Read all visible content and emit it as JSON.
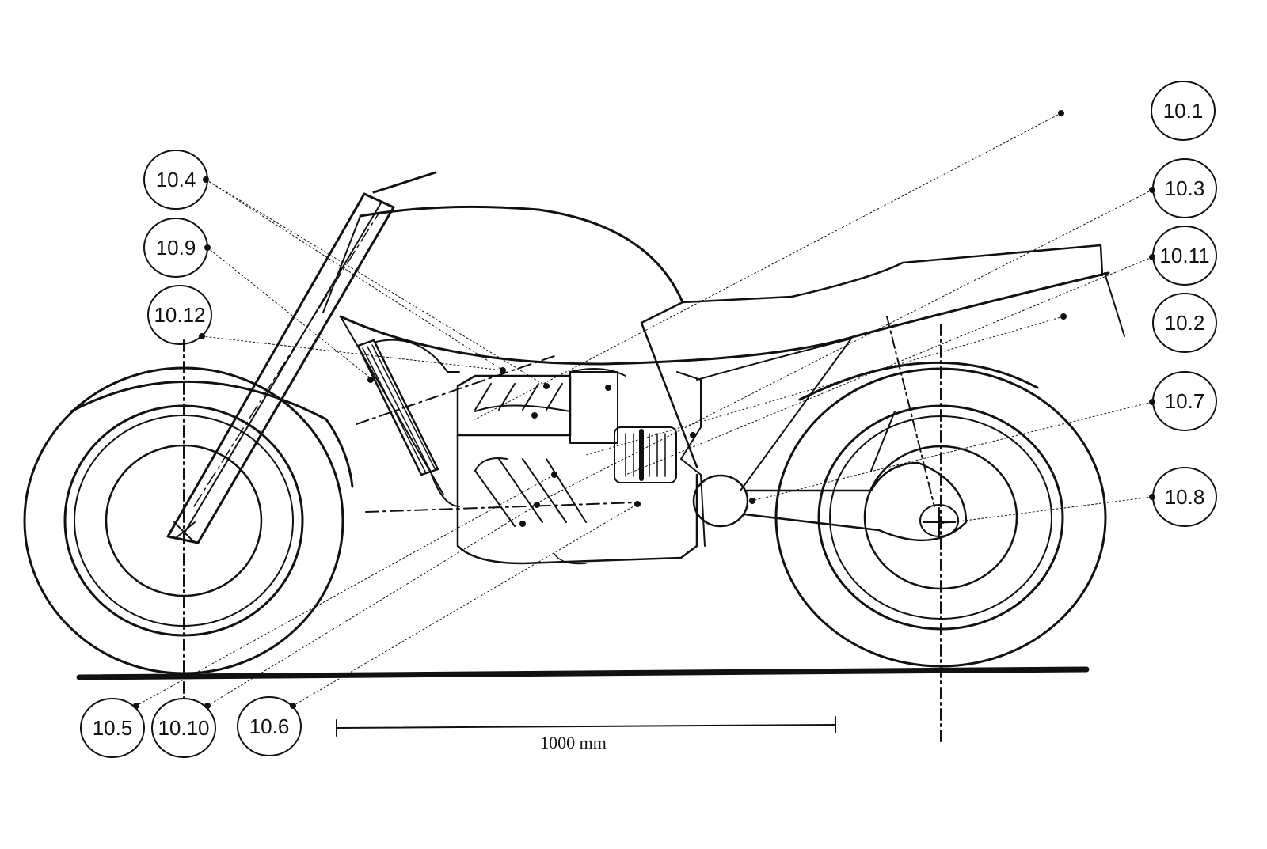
{
  "colors": {
    "ink": "#111111",
    "paper": "#ffffff"
  },
  "callouts": {
    "c10_1": "10.1",
    "c10_2": "10.2",
    "c10_3": "10.3",
    "c10_4": "10.4",
    "c10_5": "10.5",
    "c10_6": "10.6",
    "c10_7": "10.7",
    "c10_8": "10.8",
    "c10_9": "10.9",
    "c10_10": "10.10",
    "c10_11": "10.11",
    "c10_12": "10.12"
  },
  "scale_bar": {
    "label": "1000 mm"
  }
}
